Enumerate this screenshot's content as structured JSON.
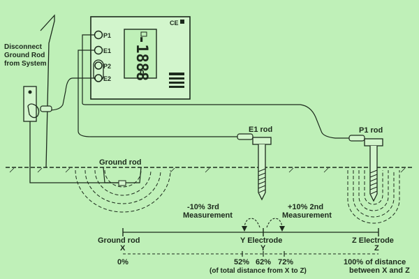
{
  "meter": {
    "ce_mark": "CE",
    "terminals": [
      "P1",
      "E1",
      "P2",
      "E2"
    ],
    "display_value": "-1888"
  },
  "labels": {
    "disconnect_line1": "Disconnect",
    "disconnect_line2": "Ground Rod",
    "disconnect_line3": "from System",
    "ground_rod_top": "Ground rod",
    "e1_rod": "E1 rod",
    "p1_rod": "P1 rod",
    "minus10_line1": "-10%  3rd",
    "minus10_line2": "Measurement",
    "plus10_line1": "+10%  2nd",
    "plus10_line2": "Measurement"
  },
  "axis": {
    "ground_rod": "Ground rod",
    "ground_rod_letter": "X",
    "y_electrode": "Y Electrode",
    "y_letter": "Y",
    "z_electrode": "Z Electrode",
    "z_letter": "Z",
    "zero_pct": "0%",
    "pct_52": "52%",
    "pct_62": "62%",
    "pct_72": "72%",
    "of_total": "(of total distance from X to Z)",
    "hundred_line1": "100% of distance",
    "hundred_line2": "between X and Z"
  }
}
